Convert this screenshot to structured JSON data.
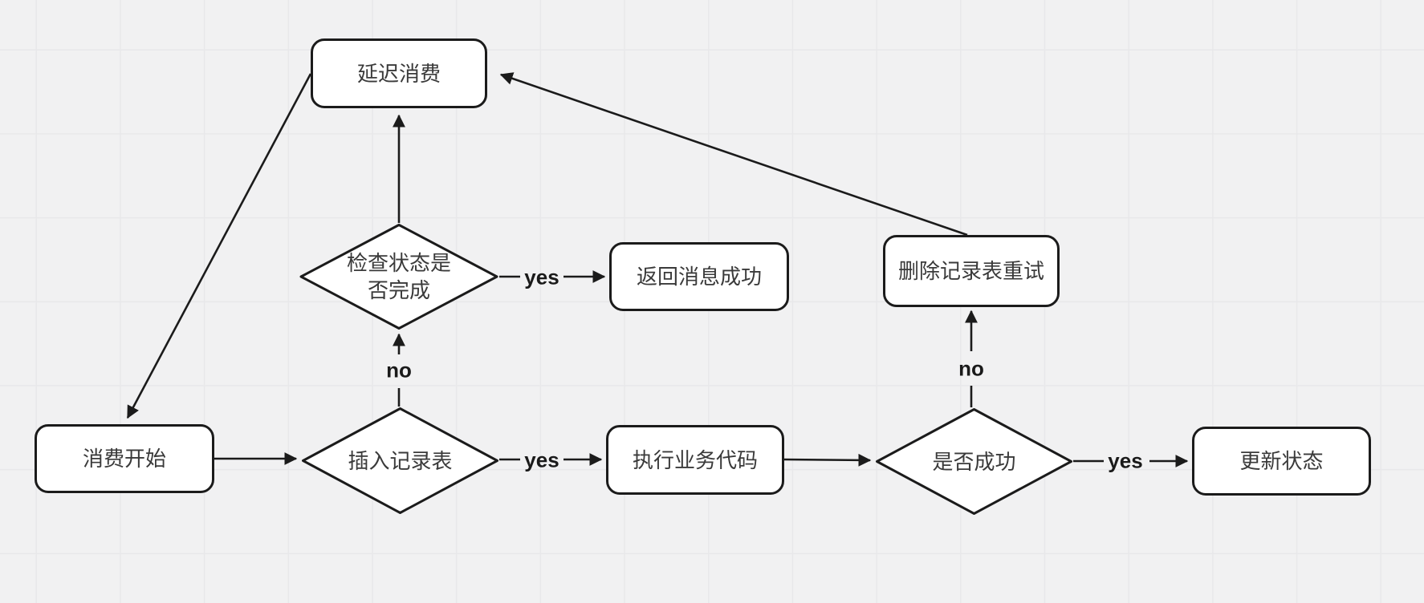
{
  "canvas": {
    "type": "flowchart",
    "colors": {
      "background": "#f1f1f2",
      "grid": "#e8e8ea",
      "shape_stroke": "#1b1b1b",
      "shape_fill": "#ffffff",
      "node_text": "#3a3a3a",
      "edge_label_text": "#1a1a1a"
    }
  },
  "nodes": [
    {
      "id": "delay-consume",
      "shape": "rounded-rect",
      "label": "延迟消费"
    },
    {
      "id": "check-status-complete",
      "shape": "diamond",
      "label": "检查状态是否完成"
    },
    {
      "id": "return-message-success",
      "shape": "rounded-rect",
      "label": "返回消息成功"
    },
    {
      "id": "delete-record-retry",
      "shape": "rounded-rect",
      "label": "删除记录表重试"
    },
    {
      "id": "consume-start",
      "shape": "rounded-rect",
      "label": "消费开始"
    },
    {
      "id": "insert-record-table",
      "shape": "diamond",
      "label": "插入记录表"
    },
    {
      "id": "execute-business-code",
      "shape": "rounded-rect",
      "label": "执行业务代码"
    },
    {
      "id": "is-success",
      "shape": "diamond",
      "label": "是否成功"
    },
    {
      "id": "update-status",
      "shape": "rounded-rect",
      "label": "更新状态"
    }
  ],
  "edges": [
    {
      "from": "check-status-complete",
      "to": "delay-consume",
      "label": ""
    },
    {
      "from": "delay-consume",
      "to": "consume-start",
      "label": ""
    },
    {
      "from": "delete-record-retry",
      "to": "delay-consume",
      "label": ""
    },
    {
      "from": "consume-start",
      "to": "insert-record-table",
      "label": ""
    },
    {
      "from": "insert-record-table",
      "to": "execute-business-code",
      "label": "yes"
    },
    {
      "from": "insert-record-table",
      "to": "check-status-complete",
      "label": "no"
    },
    {
      "from": "check-status-complete",
      "to": "return-message-success",
      "label": "yes"
    },
    {
      "from": "execute-business-code",
      "to": "is-success",
      "label": ""
    },
    {
      "from": "is-success",
      "to": "delete-record-retry",
      "label": "no"
    },
    {
      "from": "is-success",
      "to": "update-status",
      "label": "yes"
    }
  ]
}
